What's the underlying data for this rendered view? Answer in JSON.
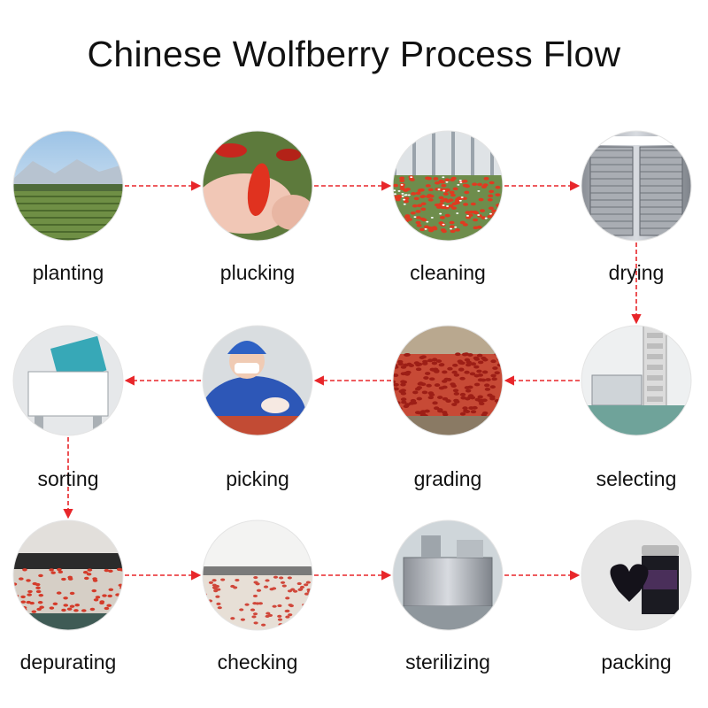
{
  "title": "Chinese Wolfberry Process Flow",
  "arrow_color": "#e8262a",
  "steps": [
    {
      "label": "planting",
      "icon": "wolfberry-field-photo"
    },
    {
      "label": "plucking",
      "icon": "hand-holding-berry-photo"
    },
    {
      "label": "cleaning",
      "icon": "washing-line-photo"
    },
    {
      "label": "drying",
      "icon": "drying-oven-photo"
    },
    {
      "label": "selecting",
      "icon": "selecting-machine-photo"
    },
    {
      "label": "grading",
      "icon": "grading-belt-photo"
    },
    {
      "label": "picking",
      "icon": "worker-picking-photo"
    },
    {
      "label": "sorting",
      "icon": "color-sorter-photo"
    },
    {
      "label": "depurating",
      "icon": "depurating-belt-photo"
    },
    {
      "label": "checking",
      "icon": "checking-belt-photo"
    },
    {
      "label": "sterilizing",
      "icon": "sterilizer-machine-photo"
    },
    {
      "label": "packing",
      "icon": "packed-jar-photo"
    }
  ]
}
